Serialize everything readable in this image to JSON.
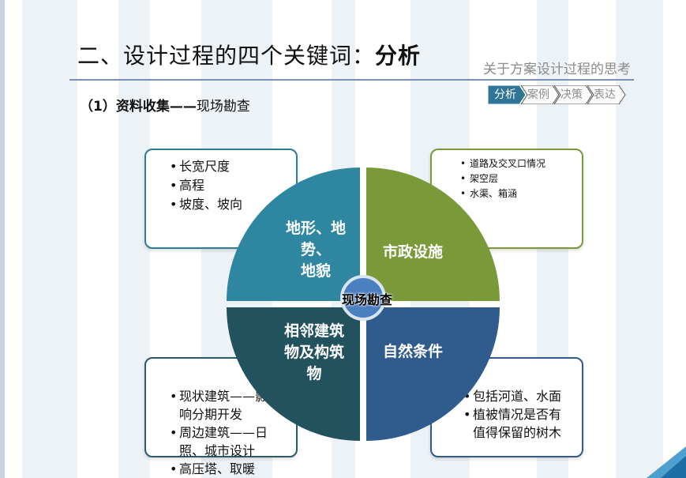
{
  "header": {
    "title_prefix": "二、设计过程的四个关键词：",
    "title_keyword": "分析",
    "subtitle": "关于方案设计过程的思考"
  },
  "breadcrumb": {
    "items": [
      "分析",
      "案例",
      "决策",
      "表达"
    ],
    "active_index": 0
  },
  "section": {
    "heading_bold": "（1）资料收集——",
    "heading_light": "现场勘查"
  },
  "diagram": {
    "center": "现场勘查",
    "quadrants": [
      {
        "id": "top-left",
        "label": "地形、地\n势、\n地貌",
        "color": "#2e86a0"
      },
      {
        "id": "top-right",
        "label": "市政设施",
        "color": "#7a9a3a"
      },
      {
        "id": "bottom-left",
        "label": "相邻建筑\n物及构筑\n物",
        "color": "#22525e"
      },
      {
        "id": "bottom-right",
        "label": "自然条件",
        "color": "#2f5c8c"
      }
    ],
    "notes": {
      "top_left": [
        "长宽尺度",
        "高程",
        "坡度、坡向"
      ],
      "top_right": [
        "道路及交叉口情况",
        "架空层",
        "水渠、箱涵"
      ],
      "bottom_left": [
        "现状建筑——影响分期开发",
        "周边建筑——日照、城市设计",
        "高压塔、取暖"
      ],
      "bottom_right": [
        "包括河道、水面",
        "植被情况是否有值得保留的树木"
      ]
    }
  },
  "colors": {
    "title_rule": "#7b8fb8",
    "center_circle": "#4a7fc0",
    "crumb_active": "#2f7596"
  }
}
